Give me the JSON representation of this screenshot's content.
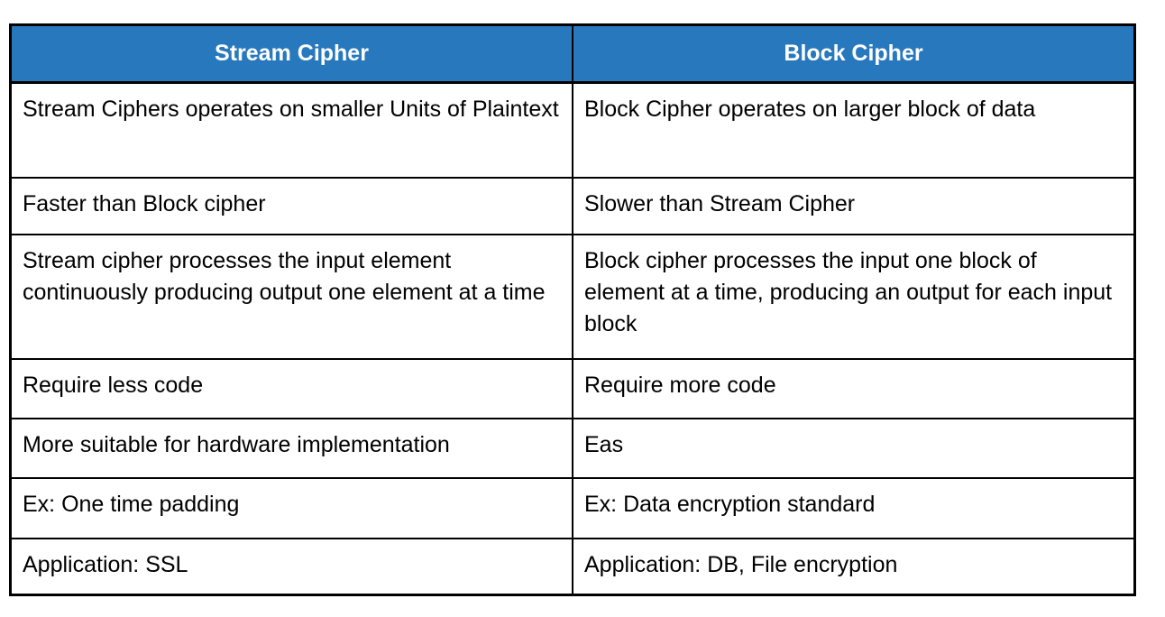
{
  "colors": {
    "header_bg": "#2878BD",
    "header_text": "#FFFFFF",
    "border_color": "#000000",
    "body_text": "#000000",
    "page_bg": "#FFFFFF"
  },
  "table": {
    "headers": [
      {
        "label": "Stream Cipher"
      },
      {
        "label": "Block Cipher"
      }
    ],
    "rows": [
      {
        "stream": "Stream Ciphers operates on smaller Units of Plaintext",
        "block": "Block Cipher operates on larger block of data"
      },
      {
        "stream": "Faster than Block cipher",
        "block": "Slower than Stream Cipher"
      },
      {
        "stream": "Stream cipher processes the input element continuously producing output one element at a time",
        "block": "Block cipher processes the input one block of element at a time, producing an output for each input block"
      },
      {
        "stream": "Require less code",
        "block": "Require more code"
      },
      {
        "stream": "More suitable for hardware implementation",
        "block": "Eas"
      },
      {
        "stream": "Ex: One time padding",
        "block": "Ex: Data encryption standard"
      },
      {
        "stream": "Application: SSL",
        "block": "Application: DB, File encryption"
      }
    ]
  }
}
